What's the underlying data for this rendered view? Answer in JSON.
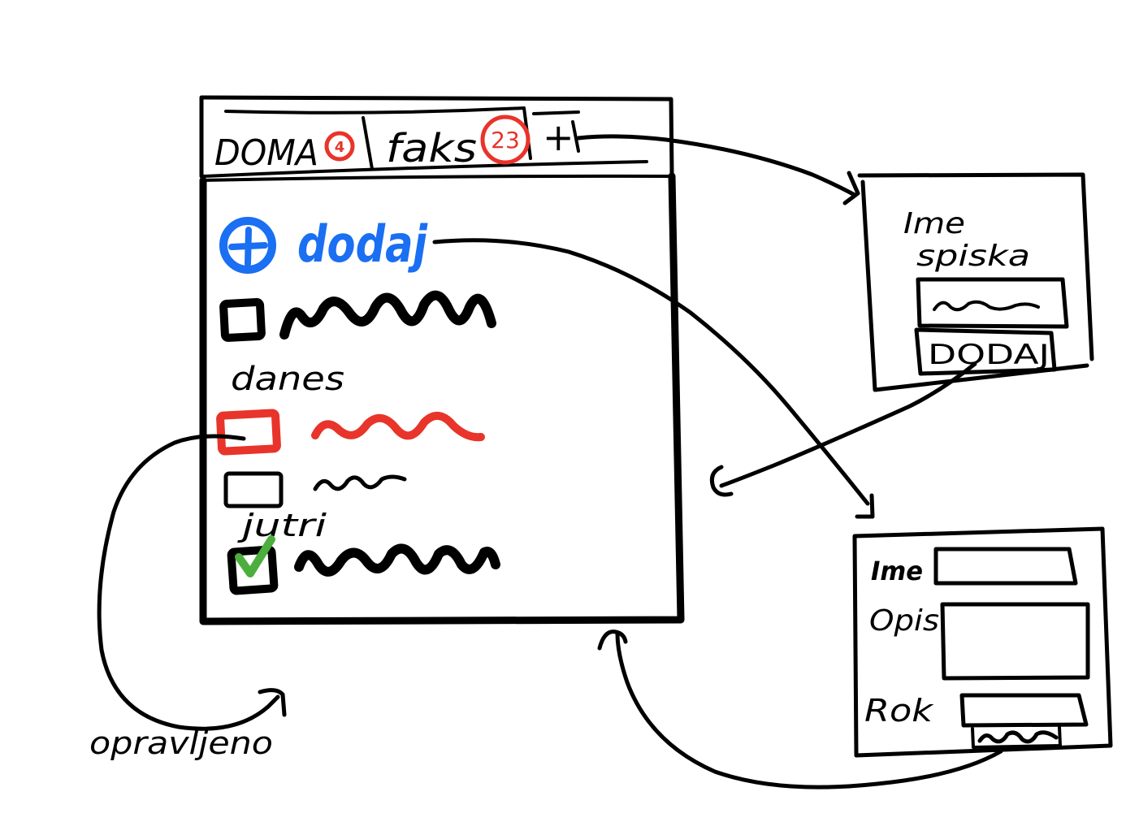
{
  "main_window": {
    "tabs": [
      {
        "label": "DOMA",
        "badge": "4"
      },
      {
        "label": "faks",
        "badge": "23"
      }
    ],
    "add_tab_label": "+",
    "add_item_label": "dodaj",
    "sections": [
      {
        "heading": "danes"
      },
      {
        "heading": "jutri"
      }
    ]
  },
  "new_list_dialog": {
    "title_line1": "Ime",
    "title_line2": "spiska",
    "submit_label": "DODAJ"
  },
  "new_item_dialog": {
    "name_label": "Ime",
    "description_label": "Opis",
    "deadline_label": "Rok"
  },
  "annotation": {
    "done_label": "opravljeno"
  },
  "colors": {
    "ink": "#000000",
    "badge": "#e8342a",
    "add": "#1a6ff2",
    "overdue": "#e8342a",
    "done_check": "#4cae3d"
  }
}
